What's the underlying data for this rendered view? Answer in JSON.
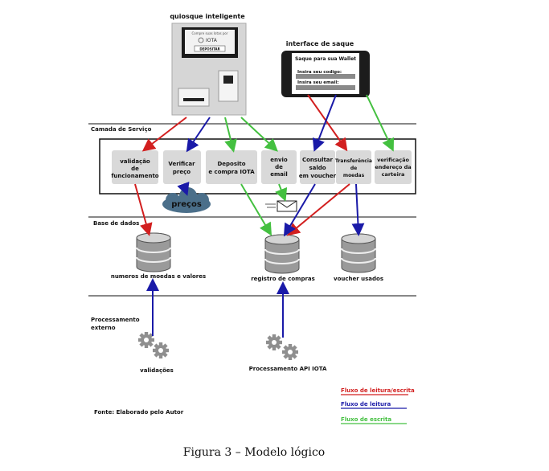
{
  "kiosk": {
    "title": "quiosque inteligente",
    "screen_text": "Compre suas Iotas por",
    "logo_text": "IOTA",
    "button": "DEPOSITAR"
  },
  "wallet_interface": {
    "title": "interface de saque",
    "header": "Saque para sua Wallet",
    "code_label": "Insira seu codigo:",
    "email_label": "Insira seu email:"
  },
  "service_layer": {
    "label": "Camada de Serviço",
    "boxes": [
      {
        "id": "validacao",
        "lines": [
          "validação",
          "de",
          "funcionamento"
        ]
      },
      {
        "id": "verificar",
        "lines": [
          "Verificar",
          "preço"
        ]
      },
      {
        "id": "deposito",
        "lines": [
          "Deposito",
          "e compra IOTA"
        ]
      },
      {
        "id": "envio",
        "lines": [
          "envio",
          "de",
          "email"
        ]
      },
      {
        "id": "consultar",
        "lines": [
          "Consultar",
          "saldo",
          "em voucher"
        ]
      },
      {
        "id": "transferencia",
        "lines": [
          "Transferência",
          "de",
          "moedas"
        ]
      },
      {
        "id": "verificacao",
        "lines": [
          "verificação",
          "endereço da",
          "carteira"
        ]
      }
    ],
    "cloud": "preços"
  },
  "database": {
    "label": "Base de dados",
    "items": [
      "numeros de moedas e valores",
      "registro de compras",
      "voucher usados"
    ]
  },
  "processing": {
    "label": [
      "Processamento",
      "externo"
    ],
    "items": [
      "validações",
      "Processamento API IOTA"
    ]
  },
  "legend": {
    "read_write": "Fluxo de leitura/escrita",
    "read": "Fluxo de leitura",
    "write": "Fluxo de escrita",
    "colors": {
      "read_write": "#d21f1f",
      "read": "#1a1aa8",
      "write": "#44c040"
    }
  },
  "source": "Fonte: Elaborado pelo Autor",
  "caption": "Figura 3 – Modelo lógico"
}
